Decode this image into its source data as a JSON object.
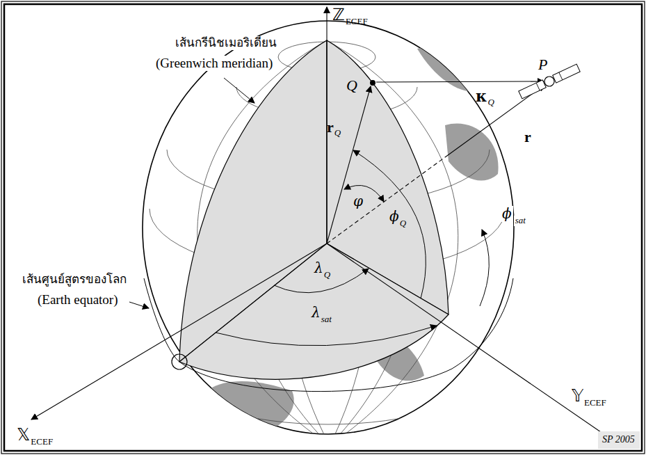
{
  "diagram": {
    "labels": [
      "เส้นกรีนิชเมอริเดียน",
      "(Greenwich meridian)",
      "เส้นศูนย์สูตรของโลก",
      "(Earth equator)",
      "ℤ",
      "ECEF",
      "𝕏",
      "ECEF",
      "𝕐",
      "ECEF",
      "P",
      "κ",
      "Q",
      "Q",
      "r",
      "r",
      "Q",
      "φ",
      "ϕ",
      "Q",
      "ϕ",
      "sat",
      "λ",
      "Q",
      "λ",
      "sat",
      "SP 2005"
    ]
  }
}
